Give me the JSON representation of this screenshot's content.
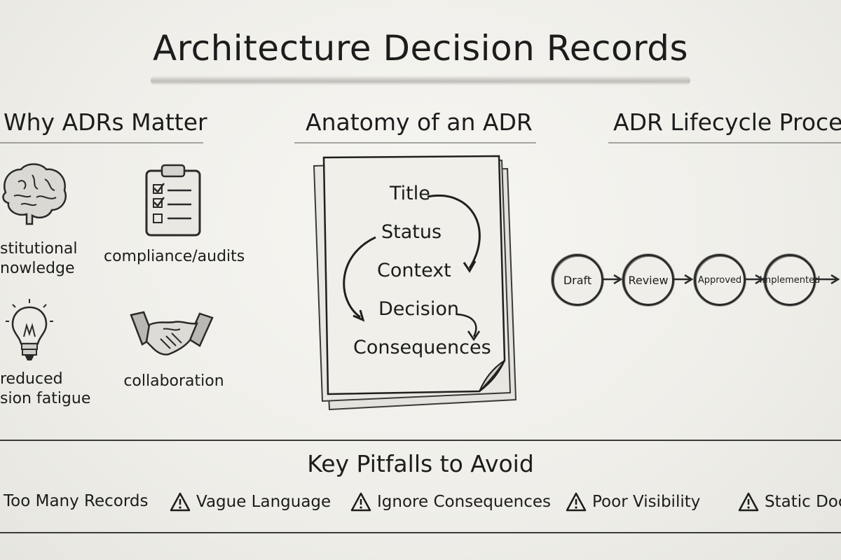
{
  "title": "Architecture Decision Records",
  "sections": {
    "why": {
      "title": "Why ADRs Matter",
      "items": [
        {
          "icon": "brain-icon",
          "label_line1": "stitutional",
          "label_line2": "nowledge"
        },
        {
          "icon": "clipboard-checklist-icon",
          "label_line1": "compliance/audits"
        },
        {
          "icon": "lightbulb-icon",
          "label_line1": "reduced",
          "label_line2": "sion fatigue"
        },
        {
          "icon": "handshake-icon",
          "label_line1": "collaboration"
        }
      ]
    },
    "anatomy": {
      "title": "Anatomy of an ADR",
      "items": [
        "Title",
        "Status",
        "Context",
        "Decision",
        "Consequences"
      ]
    },
    "lifecycle": {
      "title": "ADR Lifecycle Proces",
      "stages": [
        "Draft",
        "Review",
        "Approved",
        "Implemented"
      ]
    }
  },
  "pitfalls": {
    "title": "Key Pitfalls to Avoid",
    "items": [
      "Too Many Records",
      "Vague Language",
      "Ignore Consequences",
      "Poor Visibility",
      "Static Doc"
    ],
    "icon": "warning-icon"
  }
}
